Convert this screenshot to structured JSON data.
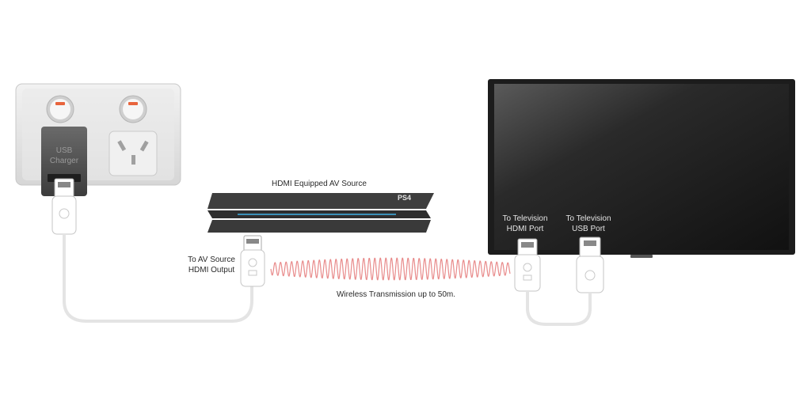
{
  "charger": {
    "line1": "USB",
    "line2": "Charger"
  },
  "av_source": {
    "title": "HDMI Equipped AV Source",
    "badge": "PS4"
  },
  "av_port": {
    "line1": "To AV Source",
    "line2": "HDMI Output"
  },
  "wireless": {
    "label": "Wireless Transmission up to 50m."
  },
  "tv_hdmi": {
    "line1": "To Television",
    "line2": "HDMI Port"
  },
  "tv_usb": {
    "line1": "To Television",
    "line2": "USB Port"
  },
  "colors": {
    "wave": "#e88a8a",
    "switch_accent": "#e8643c",
    "tv_body": "#1c1c1c",
    "outlet_plate": "#dcdcdc",
    "console": "#3a3a3a",
    "console_light": "#3fa9d9"
  }
}
